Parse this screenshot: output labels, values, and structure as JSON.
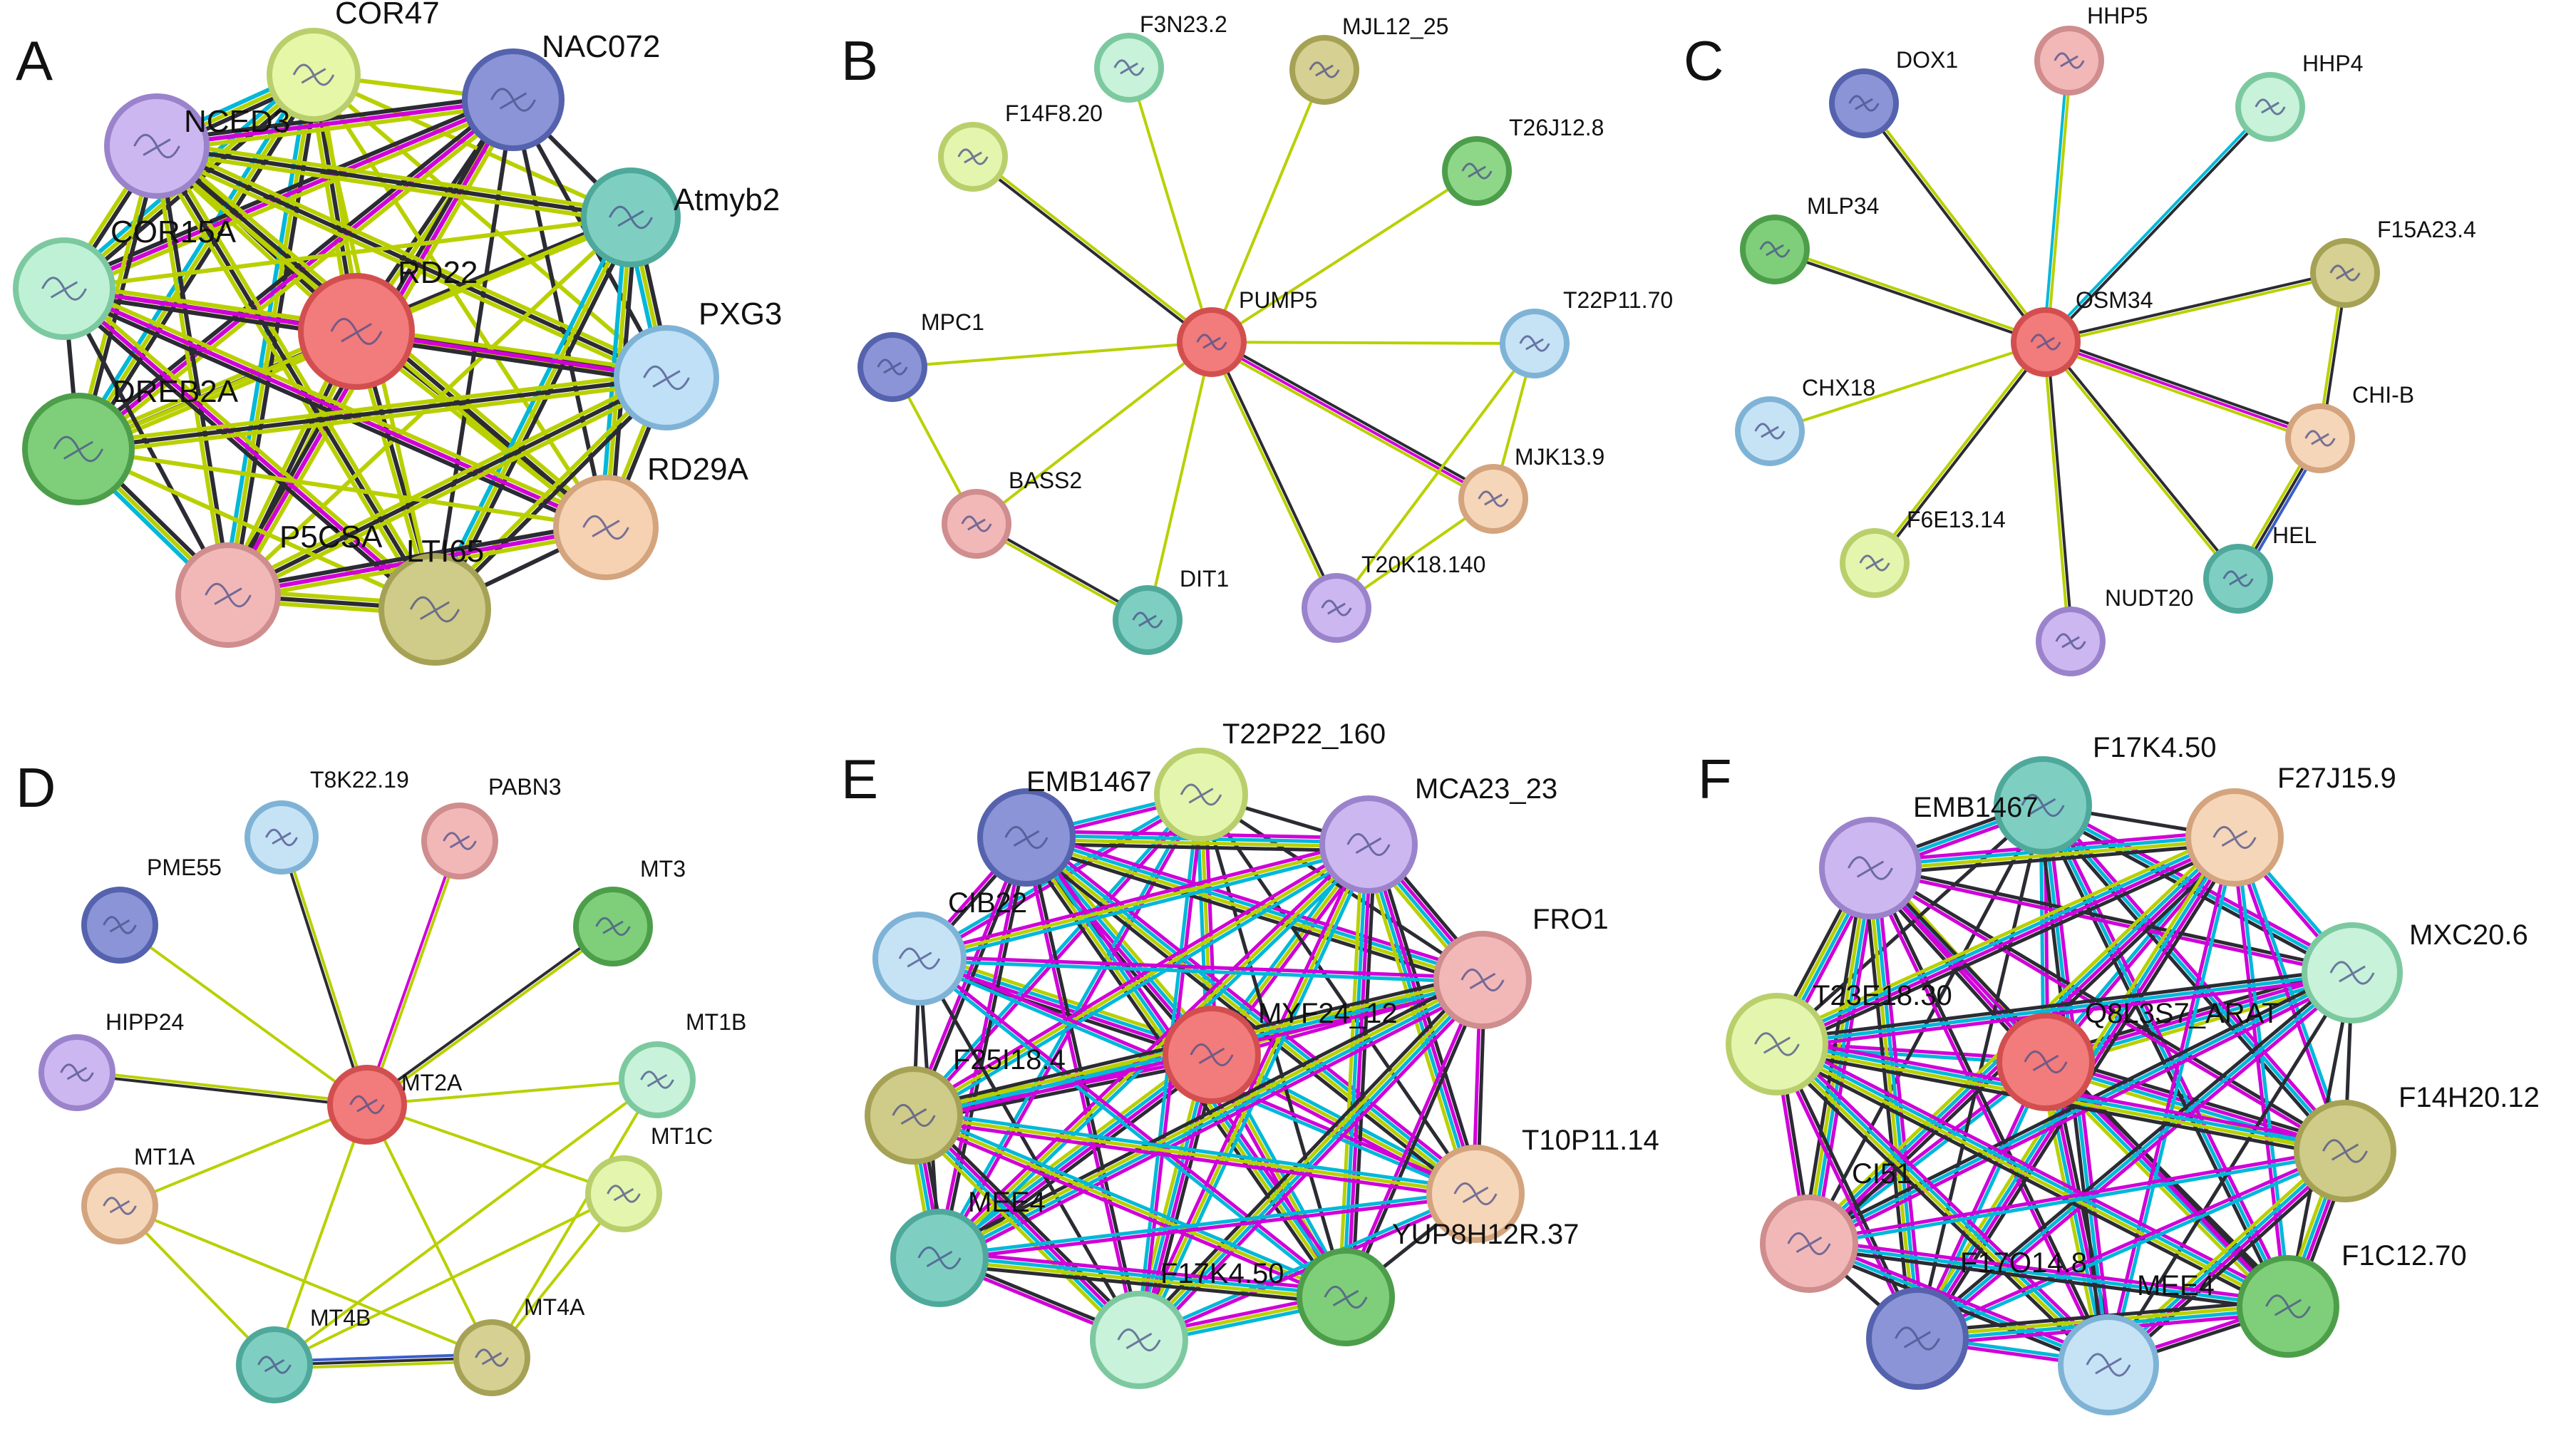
{
  "edge_colors": {
    "db": "#2b2b33",
    "tm": "#b9d000",
    "ex": "#00b8d9",
    "co": "#d000d8",
    "ge": "#2a9a2a",
    "hg": "#3a5ecc"
  },
  "panels": [
    {
      "letter": "A",
      "nodes": [
        {
          "label": "RD22",
          "fill": "#f27b7b",
          "stroke": "#d34f4f",
          "icon": "protein-structure-icon"
        },
        {
          "label": "COR47",
          "fill": "#e6f7a8",
          "stroke": "#b9cf6c",
          "icon": "protein-structure-icon"
        },
        {
          "label": "NAC072",
          "fill": "#8a94d6",
          "stroke": "#5562ad",
          "icon": "protein-structure-icon"
        },
        {
          "label": "NCED3",
          "fill": "#cdb7f0",
          "stroke": "#9b83cc",
          "icon": "protein-structure-icon"
        },
        {
          "label": "Atmyb2",
          "fill": "#7ecfc2",
          "stroke": "#4ea99b",
          "icon": "protein-structure-icon"
        },
        {
          "label": "COR15A",
          "fill": "#bff1d6",
          "stroke": "#7cc9a0",
          "icon": "protein-structure-icon"
        },
        {
          "label": "PXG3",
          "fill": "#bfe0f6",
          "stroke": "#7fb3d6",
          "icon": "protein-structure-icon"
        },
        {
          "label": "DREB2A",
          "fill": "#7fcf7a",
          "stroke": "#4d9e4a",
          "icon": "protein-structure-icon"
        },
        {
          "label": "RD29A",
          "fill": "#f6d1b2",
          "stroke": "#d3a47d",
          "icon": "protein-structure-icon"
        },
        {
          "label": "P5CSA",
          "fill": "#f2b8b8",
          "stroke": "#cf8d8d",
          "icon": "protein-structure-icon"
        },
        {
          "label": "LTI65",
          "fill": "#cfcb88",
          "stroke": "#a6a255",
          "icon": "protein-structure-icon"
        }
      ]
    },
    {
      "letter": "B",
      "nodes": [
        {
          "label": "PUMP5",
          "fill": "#f27b7b",
          "stroke": "#d34f4f",
          "icon": "protein-structure-icon"
        },
        {
          "label": "F3N23.2",
          "fill": "#c8f2da",
          "stroke": "#7cc9a0",
          "icon": "protein-structure-icon"
        },
        {
          "label": "MJL12_25",
          "fill": "#d6d092",
          "stroke": "#a6a255",
          "icon": "protein-structure-icon"
        },
        {
          "label": "F14F8.20",
          "fill": "#e4f6ad",
          "stroke": "#b9cf6c",
          "icon": "protein-structure-icon"
        },
        {
          "label": "T26J12.8",
          "fill": "#8fd788",
          "stroke": "#4d9e4a",
          "icon": "protein-structure-icon"
        },
        {
          "label": "MPC1",
          "fill": "#8a94d6",
          "stroke": "#5562ad",
          "icon": "protein-structure-icon"
        },
        {
          "label": "T22P11.70",
          "fill": "#c6e3f6",
          "stroke": "#7fb3d6",
          "icon": "protein-structure-icon"
        },
        {
          "label": "BASS2",
          "fill": "#f2b8b8",
          "stroke": "#cf8d8d",
          "icon": "protein-structure-icon"
        },
        {
          "label": "MJK13.9",
          "fill": "#f6d6b8",
          "stroke": "#d3a47d",
          "icon": "protein-structure-icon"
        },
        {
          "label": "DIT1",
          "fill": "#7ecfc2",
          "stroke": "#4ea99b",
          "icon": "protein-structure-icon"
        },
        {
          "label": "T20K18.140",
          "fill": "#cdb7f0",
          "stroke": "#9b83cc",
          "icon": "protein-structure-icon"
        }
      ]
    },
    {
      "letter": "C",
      "nodes": [
        {
          "label": "OSM34",
          "fill": "#f27b7b",
          "stroke": "#d34f4f",
          "icon": "protein-structure-icon"
        },
        {
          "label": "DOX1",
          "fill": "#8a94d6",
          "stroke": "#5562ad",
          "icon": "protein-structure-icon"
        },
        {
          "label": "HHP5",
          "fill": "#f2b8b8",
          "stroke": "#cf8d8d",
          "icon": "protein-structure-icon"
        },
        {
          "label": "HHP4",
          "fill": "#c8f2da",
          "stroke": "#7cc9a0",
          "icon": "protein-structure-icon"
        },
        {
          "label": "MLP34",
          "fill": "#7fcf7a",
          "stroke": "#4d9e4a",
          "icon": "protein-structure-icon"
        },
        {
          "label": "F15A23.4",
          "fill": "#d6d092",
          "stroke": "#a6a255",
          "icon": "protein-structure-icon"
        },
        {
          "label": "CHX18",
          "fill": "#c6e3f6",
          "stroke": "#7fb3d6",
          "icon": "protein-structure-icon"
        },
        {
          "label": "CHI-B",
          "fill": "#f6d6b8",
          "stroke": "#d3a47d",
          "icon": "protein-structure-icon"
        },
        {
          "label": "F6E13.14",
          "fill": "#e4f6ad",
          "stroke": "#b9cf6c",
          "icon": "protein-structure-icon"
        },
        {
          "label": "HEL",
          "fill": "#7ecfc2",
          "stroke": "#4ea99b",
          "icon": "protein-structure-icon"
        },
        {
          "label": "NUDT20",
          "fill": "#cdb7f0",
          "stroke": "#9b83cc",
          "icon": "protein-structure-icon"
        }
      ]
    },
    {
      "letter": "D",
      "nodes": [
        {
          "label": "MT2A",
          "fill": "#f27b7b",
          "stroke": "#d34f4f",
          "icon": "protein-structure-icon"
        },
        {
          "label": "T8K22.19",
          "fill": "#c6e3f6",
          "stroke": "#7fb3d6",
          "icon": "protein-structure-icon"
        },
        {
          "label": "PABN3",
          "fill": "#f2b8b8",
          "stroke": "#cf8d8d",
          "icon": "protein-structure-icon"
        },
        {
          "label": "PME55",
          "fill": "#8a94d6",
          "stroke": "#5562ad",
          "icon": "protein-structure-icon"
        },
        {
          "label": "MT3",
          "fill": "#7fcf7a",
          "stroke": "#4d9e4a",
          "icon": "protein-structure-icon"
        },
        {
          "label": "MT1B",
          "fill": "#c8f2da",
          "stroke": "#7cc9a0",
          "icon": "protein-structure-icon"
        },
        {
          "label": "HIPP24",
          "fill": "#cdb7f0",
          "stroke": "#9b83cc",
          "icon": "protein-structure-icon"
        },
        {
          "label": "MT1C",
          "fill": "#e4f6ad",
          "stroke": "#b9cf6c",
          "icon": "protein-structure-icon"
        },
        {
          "label": "MT1A",
          "fill": "#f6d6b8",
          "stroke": "#d3a47d",
          "icon": "protein-structure-icon"
        },
        {
          "label": "MT4B",
          "fill": "#7ecfc2",
          "stroke": "#4ea99b",
          "icon": "protein-structure-icon"
        },
        {
          "label": "MT4A",
          "fill": "#d6d092",
          "stroke": "#a6a255",
          "icon": "protein-structure-icon"
        }
      ]
    },
    {
      "letter": "E",
      "nodes": [
        {
          "label": "MYF24_12",
          "fill": "#f27b7b",
          "stroke": "#d34f4f",
          "icon": "protein-structure-icon"
        },
        {
          "label": "T22P22_160",
          "fill": "#e4f6ad",
          "stroke": "#b9cf6c",
          "icon": "protein-structure-icon"
        },
        {
          "label": "EMB1467",
          "fill": "#8a94d6",
          "stroke": "#5562ad",
          "icon": "protein-structure-icon"
        },
        {
          "label": "MCA23_23",
          "fill": "#cdb7f0",
          "stroke": "#9b83cc",
          "icon": "protein-structure-icon"
        },
        {
          "label": "CIB22",
          "fill": "#c6e3f6",
          "stroke": "#7fb3d6",
          "icon": "protein-structure-icon"
        },
        {
          "label": "FRO1",
          "fill": "#f2b8b8",
          "stroke": "#cf8d8d",
          "icon": "protein-structure-icon"
        },
        {
          "label": "F25I18.4",
          "fill": "#cfcb88",
          "stroke": "#a6a255",
          "icon": "protein-structure-icon"
        },
        {
          "label": "T10P11.14",
          "fill": "#f6d6b8",
          "stroke": "#d3a47d",
          "icon": "protein-structure-icon"
        },
        {
          "label": "MEE4",
          "fill": "#7ecfc2",
          "stroke": "#4ea99b",
          "icon": "protein-structure-icon"
        },
        {
          "label": "YUP8H12R.37",
          "fill": "#7fcf7a",
          "stroke": "#4d9e4a",
          "icon": "protein-structure-icon"
        },
        {
          "label": "F17K4.50",
          "fill": "#c8f2da",
          "stroke": "#7cc9a0",
          "icon": "protein-structure-icon"
        }
      ]
    },
    {
      "letter": "F",
      "nodes": [
        {
          "label": "Q8L3S7_ARAT",
          "fill": "#f27b7b",
          "stroke": "#d34f4f",
          "icon": "protein-structure-icon"
        },
        {
          "label": "F17K4.50",
          "fill": "#7ecfc2",
          "stroke": "#4ea99b",
          "icon": "protein-structure-icon"
        },
        {
          "label": "EMB1467",
          "fill": "#cdb7f0",
          "stroke": "#9b83cc",
          "icon": "protein-structure-icon"
        },
        {
          "label": "F27J15.9",
          "fill": "#f6d6b8",
          "stroke": "#d3a47d",
          "icon": "protein-structure-icon"
        },
        {
          "label": "MXC20.6",
          "fill": "#c8f2da",
          "stroke": "#7cc9a0",
          "icon": "protein-structure-icon"
        },
        {
          "label": "T23E18.30",
          "fill": "#e4f6ad",
          "stroke": "#b9cf6c",
          "icon": "protein-structure-icon"
        },
        {
          "label": "F14H20.12",
          "fill": "#cfcb88",
          "stroke": "#a6a255",
          "icon": "protein-structure-icon"
        },
        {
          "label": "CI51",
          "fill": "#f2b8b8",
          "stroke": "#cf8d8d",
          "icon": "protein-structure-icon"
        },
        {
          "label": "F1C12.70",
          "fill": "#7fcf7a",
          "stroke": "#4d9e4a",
          "icon": "protein-structure-icon"
        },
        {
          "label": "F17O14.8",
          "fill": "#8a94d6",
          "stroke": "#5562ad",
          "icon": "protein-structure-icon"
        },
        {
          "label": "MEE4",
          "fill": "#c6e3f6",
          "stroke": "#7fb3d6",
          "icon": "protein-structure-icon"
        }
      ]
    }
  ]
}
